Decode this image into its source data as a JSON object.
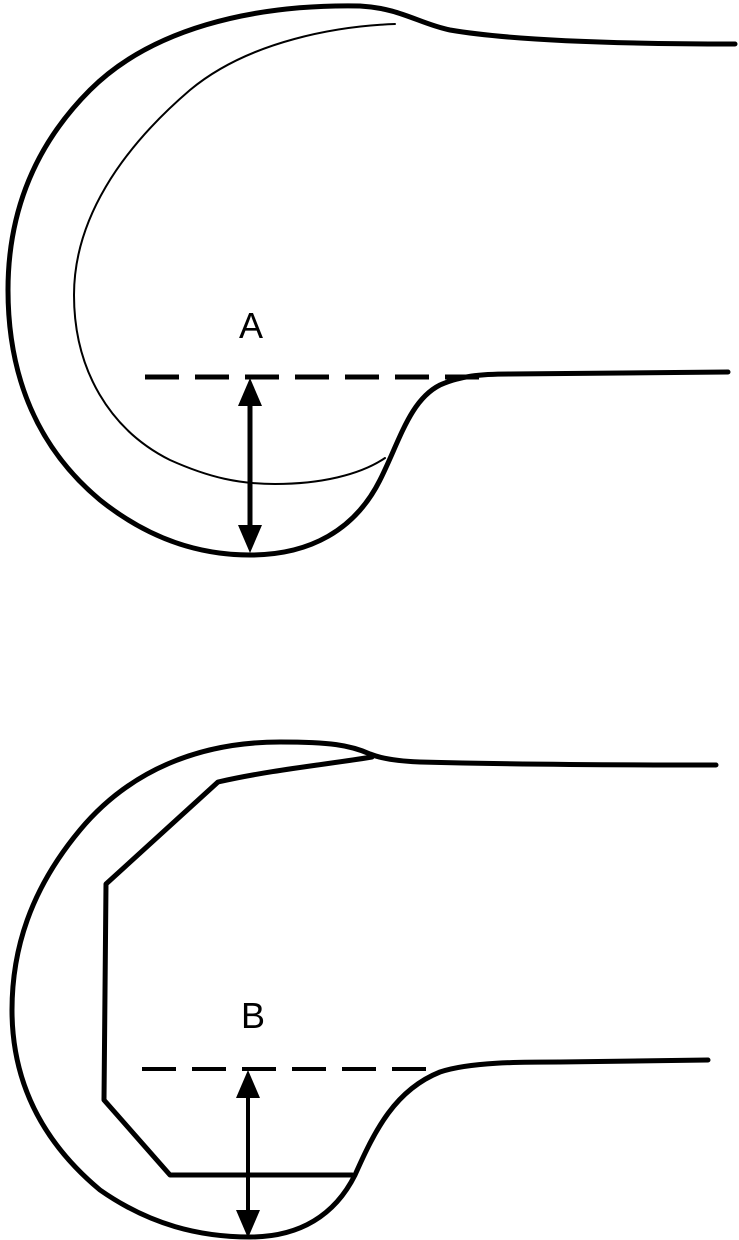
{
  "figure": {
    "panels": [
      {
        "id": "top",
        "label": "A",
        "description": "Rounded outer profile with thin inner curved profile; dimension A measured from dashed reference line down to the bottom of the outer profile"
      },
      {
        "id": "bottom",
        "label": "B",
        "description": "Rounded outer profile with angular (chamfered) inner profile; dimension B measured from dashed reference line down to the bottom of the outer profile"
      }
    ],
    "colors": {
      "stroke": "#000000",
      "background": "#ffffff"
    }
  }
}
